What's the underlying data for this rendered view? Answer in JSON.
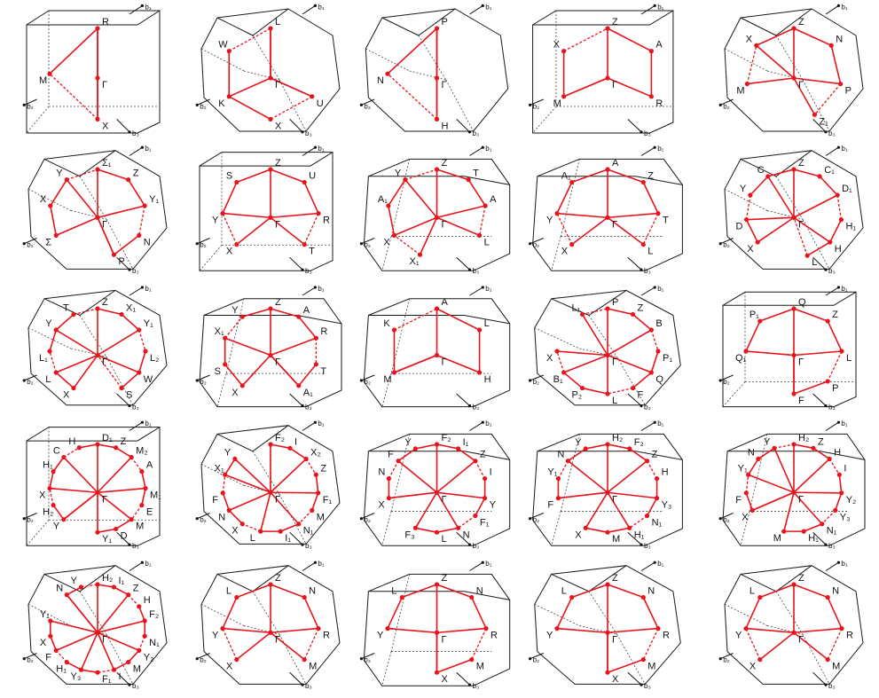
{
  "colors": {
    "path": "#e8141b",
    "edge": "#1a1a1a",
    "hidden": "#444444"
  },
  "panels": [
    {
      "points": [
        "R",
        "Γ",
        "X",
        "M"
      ],
      "vectors": [
        "b₁",
        "b₂",
        "b₃"
      ]
    },
    {
      "points": [
        "L",
        "Γ",
        "U",
        "X",
        "K",
        "W"
      ],
      "vectors": [
        "b₁",
        "b₂",
        "b₃"
      ]
    },
    {
      "points": [
        "P",
        "Γ",
        "H",
        "N"
      ],
      "vectors": [
        "b₁",
        "b₂",
        "b₃"
      ]
    },
    {
      "points": [
        "Z",
        "A",
        "R",
        "Γ",
        "M",
        "X"
      ],
      "vectors": [
        "b₁",
        "b₂",
        "b₃"
      ]
    },
    {
      "points": [
        "Z",
        "N",
        "P",
        "Z₁",
        "Γ",
        "M",
        "X"
      ],
      "vectors": [
        "b₁",
        "b₂",
        "b₃"
      ]
    },
    {
      "points": [
        "Σ₁",
        "Z",
        "Y₁",
        "N",
        "P",
        "Γ",
        "Σ",
        "X",
        "Y"
      ],
      "vectors": [
        "b₁",
        "b₂",
        "b₃"
      ]
    },
    {
      "points": [
        "Z",
        "U",
        "R",
        "T",
        "Γ",
        "X",
        "Y",
        "S"
      ],
      "vectors": [
        "b₁",
        "b₂",
        "b₃"
      ]
    },
    {
      "points": [
        "Z",
        "T",
        "A",
        "L",
        "Γ",
        "X₁",
        "X",
        "A₁",
        "Y"
      ],
      "vectors": [
        "b₁",
        "b₂",
        "b₃"
      ]
    },
    {
      "points": [
        "A",
        "Z",
        "T",
        "L",
        "Γ",
        "X",
        "Y",
        "A₁"
      ],
      "vectors": [
        "b₁",
        "b₂",
        "b₃"
      ]
    },
    {
      "points": [
        "Z",
        "C₁",
        "D₁",
        "H₁",
        "H",
        "L",
        "Γ",
        "X",
        "D",
        "Y",
        "C"
      ],
      "vectors": [
        "b₁",
        "b₂",
        "b₃"
      ]
    },
    {
      "points": [
        "Z",
        "X₁",
        "Y₁",
        "L₂",
        "W",
        "S",
        "Γ",
        "X",
        "L",
        "L₁",
        "Y",
        "T"
      ],
      "vectors": [
        "b₁",
        "b₂",
        "b₃"
      ]
    },
    {
      "points": [
        "Z",
        "A",
        "R",
        "T",
        "A₁",
        "Γ",
        "X",
        "S",
        "X₁",
        "Y"
      ],
      "vectors": [
        "b₁",
        "b₂",
        "b₃"
      ]
    },
    {
      "points": [
        "A",
        "L",
        "H",
        "Γ",
        "M",
        "K"
      ],
      "vectors": [
        "b₁",
        "b₂",
        "b₃"
      ]
    },
    {
      "points": [
        "P",
        "Z",
        "B",
        "P₁",
        "Q",
        "F",
        "L",
        "P₂",
        "B₁",
        "X",
        "Γ",
        "L₁"
      ],
      "vectors": [
        "b₁",
        "b₂",
        "b₃"
      ]
    },
    {
      "points": [
        "Q",
        "Z",
        "L",
        "P",
        "F",
        "Γ",
        "Q₁",
        "P₁"
      ],
      "vectors": [
        "b₁",
        "b₂",
        "b₃"
      ]
    },
    {
      "points": [
        "D₁",
        "Z",
        "M₂",
        "A",
        "M₁",
        "E",
        "M",
        "D",
        "Y₁",
        "Γ",
        "Y",
        "H₂",
        "X",
        "H₁",
        "C",
        "H"
      ],
      "vectors": [
        "b₁",
        "b₂",
        "b₃"
      ]
    },
    {
      "points": [
        "F₂",
        "I",
        "X₂",
        "Z",
        "F₁",
        "M",
        "N₁",
        "I₁",
        "L",
        "X",
        "N",
        "F",
        "X₁",
        "Y",
        "Γ"
      ],
      "vectors": [
        "b₁",
        "b₂",
        "b₃"
      ]
    },
    {
      "points": [
        "F₂",
        "I₁",
        "Z",
        "I",
        "Y",
        "F₁",
        "N",
        "L",
        "F₃",
        "Γ",
        "X",
        "N",
        "F",
        "Y"
      ],
      "vectors": [
        "b₁",
        "b₂",
        "b₃"
      ]
    },
    {
      "points": [
        "H₂",
        "F₂",
        "Z",
        "H",
        "Y₃",
        "N₁",
        "H₁",
        "M",
        "X",
        "Γ",
        "F",
        "Y₁",
        "N",
        "Y"
      ],
      "vectors": [
        "b₁",
        "b₂",
        "b₃"
      ]
    },
    {
      "points": [
        "H₂",
        "Z",
        "H",
        "I",
        "Y₂",
        "Y₃",
        "N₁",
        "H₁",
        "M",
        "Γ",
        "X",
        "F",
        "Y₁",
        "N",
        "Y"
      ],
      "vectors": [
        "b₁",
        "b₂",
        "b₃"
      ]
    },
    {
      "points": [
        "H₂",
        "I₁",
        "Z",
        "H",
        "F₂",
        "N₁",
        "Y₂",
        "M",
        "I",
        "F₁",
        "Y₃",
        "H₁",
        "F",
        "X",
        "Y₁",
        "Γ",
        "N",
        "Y"
      ],
      "vectors": [
        "b₁",
        "b₂",
        "b₃"
      ]
    },
    {
      "points": [
        "Z",
        "N",
        "R",
        "M",
        "Γ",
        "X",
        "Y",
        "L"
      ],
      "vectors": [
        "b₁",
        "b₂",
        "b₃"
      ]
    },
    {
      "points": [
        "Z",
        "N",
        "R",
        "M",
        "X",
        "Γ",
        "Y",
        "L"
      ],
      "vectors": [
        "b₁",
        "b₂",
        "b₃"
      ]
    },
    {
      "points": [
        "Z",
        "N",
        "R",
        "M",
        "X",
        "Γ",
        "Y",
        "L"
      ],
      "vectors": [
        "b₁",
        "b₂",
        "b₃"
      ]
    },
    {
      "points": [
        "Z",
        "N",
        "R",
        "M",
        "Γ",
        "X",
        "Y",
        "L"
      ],
      "vectors": [
        "b₁",
        "b₂",
        "b₃"
      ]
    }
  ]
}
